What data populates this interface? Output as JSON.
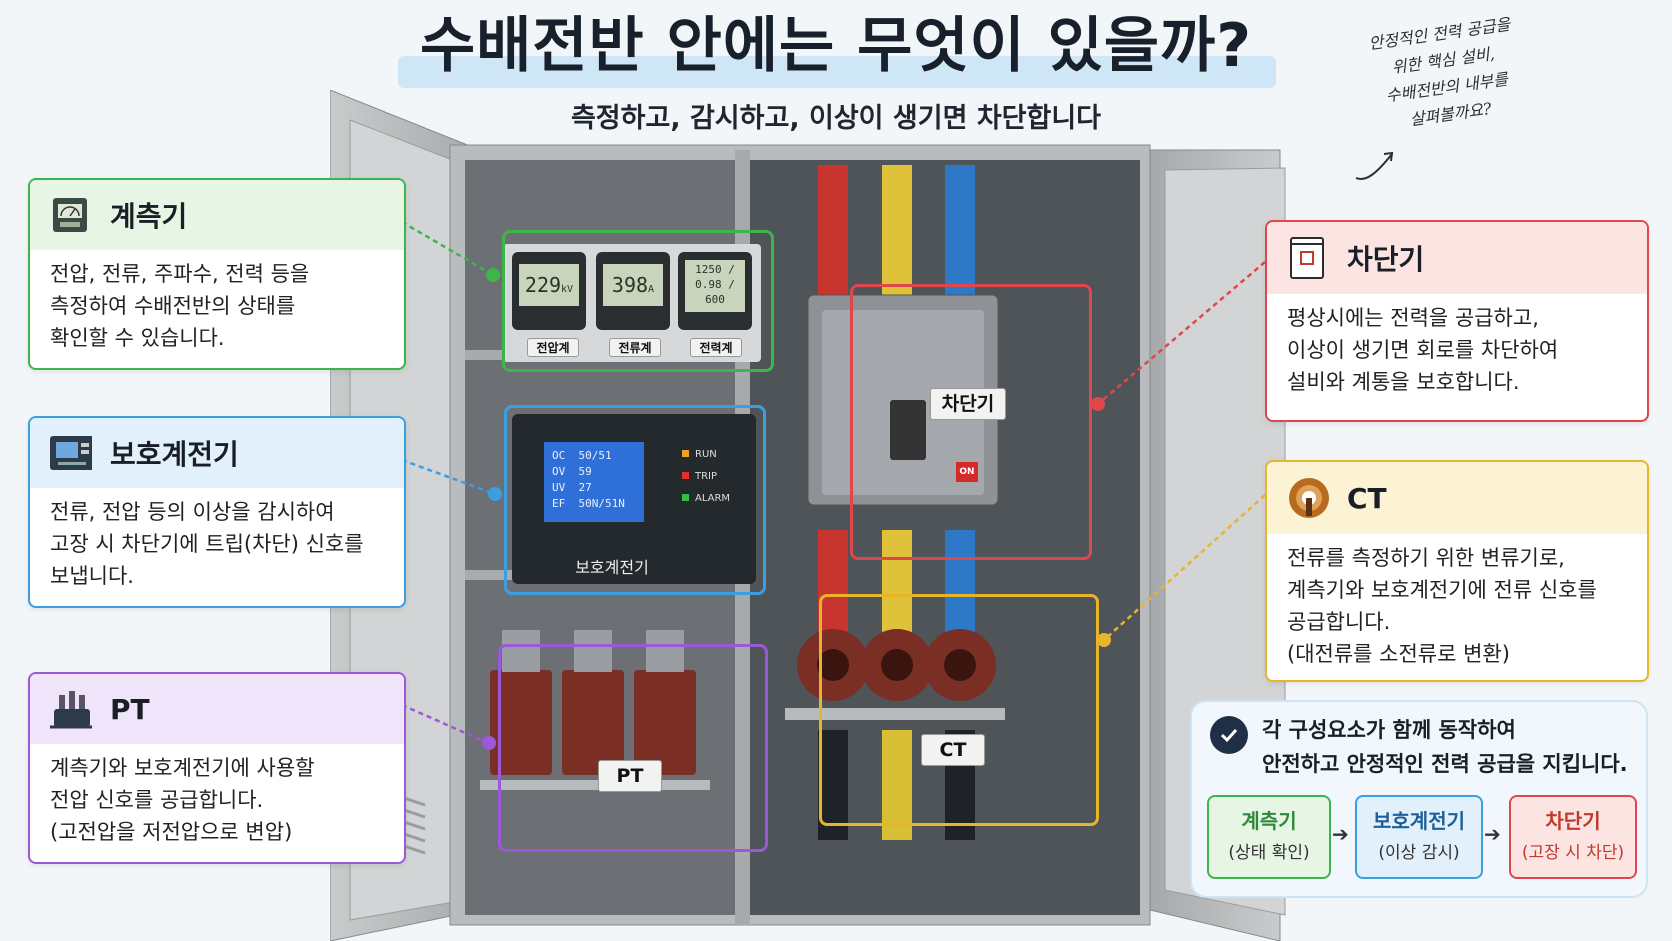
{
  "title": "수배전반 안에는 무엇이 있을까?",
  "subtitle": "측정하고, 감시하고, 이상이 생기면 차단합니다",
  "handnote": [
    "안정적인 전력 공급을",
    "위한 핵심 설비,",
    "수배전반의 내부를",
    "살펴볼까요?"
  ],
  "cards": {
    "meter": {
      "title": "계측기",
      "lines": [
        "전압, 전류, 주파수, 전력 등을",
        "측정하여 수배전반의 상태를",
        "확인할 수 있습니다."
      ],
      "icon": "meter-icon"
    },
    "relay": {
      "title": "보호계전기",
      "lines": [
        "전류, 전압 등의 이상을 감시하여",
        "고장 시 차단기에 트립(차단) 신호를",
        "보냅니다."
      ],
      "icon": "relay-icon"
    },
    "pt": {
      "title": "PT",
      "lines": [
        "계측기와 보호계전기에 사용할",
        "전압 신호를 공급합니다.",
        "(고전압을 저전압으로 변압)"
      ],
      "icon": "transformer-icon"
    },
    "breaker": {
      "title": "차단기",
      "lines": [
        "평상시에는 전력을 공급하고,",
        "이상이 생기면 회로를 차단하여",
        "설비와 계통을 보호합니다."
      ],
      "icon": "breaker-icon"
    },
    "ct": {
      "title": "CT",
      "lines": [
        "전류를 측정하기 위한 변류기로,",
        "계측기와 보호계전기에 전류 신호를",
        "공급합니다.",
        "(대전류를 소전류로 변환)"
      ],
      "icon": "ct-coil-icon"
    }
  },
  "summary": {
    "line1": "각 구성요소가 함께 동작하여",
    "line2": "안전하고 안정적인 전력 공급을 지킵니다.",
    "steps": [
      {
        "name": "계측기",
        "desc": "(상태 확인)"
      },
      {
        "name": "보호계전기",
        "desc": "(이상 감시)"
      },
      {
        "name": "차단기",
        "desc": "(고장 시 차단)"
      }
    ]
  },
  "cabinet": {
    "meters": [
      {
        "display": "229",
        "unit": "kV",
        "label": "전압계"
      },
      {
        "display": "398",
        "unit": "A",
        "label": "전류계"
      },
      {
        "display": "1250 / 0.98 / 600",
        "unit": "",
        "label": "전력계"
      }
    ],
    "relay_screen": [
      [
        "OC",
        "50/51"
      ],
      [
        "OV",
        "59"
      ],
      [
        "UV",
        "27"
      ],
      [
        "EF",
        "50N/51N"
      ]
    ],
    "relay_leds": [
      "RUN",
      "TRIP",
      "ALARM"
    ],
    "relay_label": "보호계전기",
    "breaker_label": "차단기",
    "breaker_on": "ON",
    "pt_label": "PT",
    "ct_label": "CT"
  },
  "colors": {
    "meter": "#3db54a",
    "relay": "#3a9ee0",
    "pt": "#9b59d9",
    "breaker": "#e0474c",
    "ct": "#e7b52a"
  }
}
